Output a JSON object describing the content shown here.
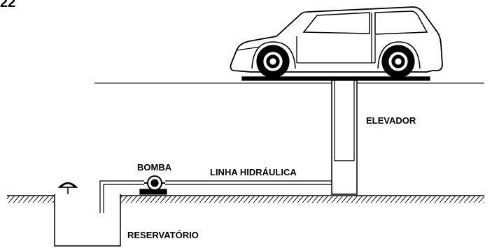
{
  "question_number": "22",
  "labels": {
    "pump": "BOMBA",
    "hydraulic_line": "LINHA HIDRÁULICA",
    "elevator": "ELEVADOR",
    "reservoir": "RESERVATÓRIO"
  }
}
